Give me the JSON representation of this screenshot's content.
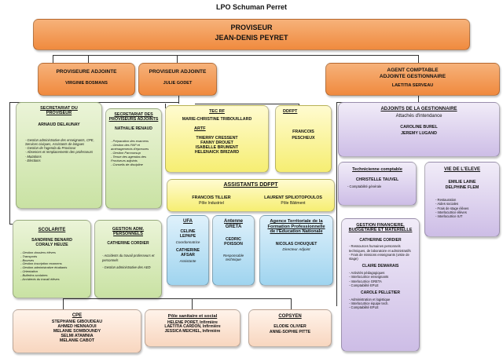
{
  "page_title": "LPO Schuman Perret",
  "proviseur": {
    "title": "PROVISEUR",
    "name": "JEAN-DENIS PEYRET"
  },
  "adjoint1": {
    "title": "PROVISEURE ADJOINTE",
    "name": "VIRGINIE BOSMANS"
  },
  "adjoint2": {
    "title": "PROVISEUR ADJOINTE",
    "name": "JULIE GODET"
  },
  "agent": {
    "title1": "AGENT COMPTABLE",
    "title2": "ADJOINTE GESTIONNAIRE",
    "name": "LAETITIA SERVEAU"
  },
  "sec_proviseur": {
    "title": "SECRETARIAT DU PROVISEUR",
    "name": "ARNAUD DELAUNAY",
    "items": [
      "Gestion administrative des enseignants, CPE, Services civiques, Assistants de langues",
      "Gestion de l'agenda du Proviseur",
      "Absences et remplacements des professeurs",
      "Mutations",
      "Elections"
    ]
  },
  "sec_adjoints": {
    "title": "SECRETARIAT DES PROVISEURS ADJOINTS",
    "name": "NATHALIE RENAUD",
    "items": [
      "Préparation des examens",
      "Gestion des PAP et aménagements d'épreuves",
      "Gestion Parcoursup",
      "Tenue des agendas des Proviseurs adjoints",
      "Conseils de discipline"
    ]
  },
  "tec": {
    "title": "TEC RF",
    "name": "MARIE-CHRISTINE TRIBOUILLARD",
    "artf_title": "ARTF",
    "artf_names": [
      "THIERRY CRESSENT",
      "FANNY DROUET",
      "ISABELLE BRUMENT",
      "HELENAICK BRIZARD"
    ]
  },
  "ddfpt": {
    "title": "DDFPT",
    "name1": "FRANCOIS",
    "name2": "PESCHEUX"
  },
  "assistants": {
    "title": "ASSISTANTS DDFPT",
    "p1_name": "FRANCOIS TILLIER",
    "p1_role": "Pôle Industriel",
    "p2_name": "LAURENT SPILIOTOPOULOS",
    "p2_role": "Pôle Bâtiment"
  },
  "adjoints_gestion": {
    "title1": "ADJOINTS DE LA GESTIONNAIRE",
    "title2": "Attachés d'intendance",
    "names": [
      "CAROLINE BUREL",
      "JEREMY LUGAND"
    ]
  },
  "tech_comptable": {
    "title": "Technicienne comptable",
    "name": "CHRISTELLE TAUVEL",
    "items": [
      "Comptabilité générale"
    ]
  },
  "vie_eleve": {
    "title": "VIE DE L'ELEVE",
    "names": [
      "EMILIE LAINE",
      "DELPHINE FLEM"
    ],
    "items": [
      "Restauration",
      "Aides sociales",
      "Frais de stage élèves",
      "Interlocutrice élèves",
      "Interlocutrice IUT"
    ]
  },
  "scolarite": {
    "title": "SCOLARITE",
    "names": [
      "SANDRINE BENARD",
      "CORALY HEUZE"
    ],
    "items": [
      "Gestion dossiers élèves",
      "Transports",
      "Bourses",
      "Gestion inscription examens",
      "Gestion administrative étudiants",
      "Orientation",
      "Bulletins scolaires",
      "Accidents du travail élèves"
    ]
  },
  "gestion_personnels": {
    "title1": "GESTION ADM.",
    "title2": "PERSONNELS",
    "name": "CATHERINE CORDIER",
    "items": [
      "Accidents du travail professeurs et personnels",
      "Gestion administrative des AED"
    ]
  },
  "ufa": {
    "title": "UFA",
    "name1": "CELINE LEPAPE",
    "role1": "Coordonnatrice",
    "name2": "CATHERINE AFSAR",
    "role2": "Assistante"
  },
  "greta": {
    "title1": "Antenne",
    "title2": "GRETA",
    "name": "CEDRIC POISSON",
    "role": "Responsable technique"
  },
  "agence": {
    "title": "Agence Territoriale de la Formation Professionnelle de l'Education Nationale",
    "name": "NICOLAS CHOUQUET",
    "role": "Directeur Adjoint"
  },
  "gestion_fin": {
    "title": "GESTION FINANCIERE, BUDGETAIRE ET MATERIELLE",
    "p1_name": "CATHERINE CORDIER",
    "p1_items": [
      "Ressources humaines personnels techniques, de laboratoire et administratifs",
      "Frais de missions enseignants (visite de stage)"
    ],
    "p2_name": "CLAIRE DEMARAIS",
    "p2_items": [
      "Activités pédagogiques",
      "Interlocutrice enseignants",
      "Interlocutrice GRETA",
      "Comptabilité EPLE"
    ],
    "p3_name": "CAROLE PELLETIER",
    "p3_items": [
      "Administration et logistique",
      "Interlocutrice équipe tech.",
      "Comptabilité EPLE"
    ]
  },
  "cpe": {
    "title": "CPE",
    "names": [
      "STEPHANIE GIBOUDEAU",
      "AHMED HENNAOUI",
      "MELANIE SOMBOUNDY",
      "SELMI ATAMNIA",
      "MELANIE CABOT"
    ]
  },
  "pole_sanitaire": {
    "title": "Pôle sanitaire et social",
    "names": [
      "HELENE PORET, Infirmière",
      "LAETITIA CARDON, Infirmière",
      "JESSICA MEICHEL, Infirmière"
    ]
  },
  "copsyen": {
    "title": "COPSYEN",
    "names": [
      "ELODIE OLIVIER",
      "ANNE-SOPHIE PITTE"
    ]
  }
}
